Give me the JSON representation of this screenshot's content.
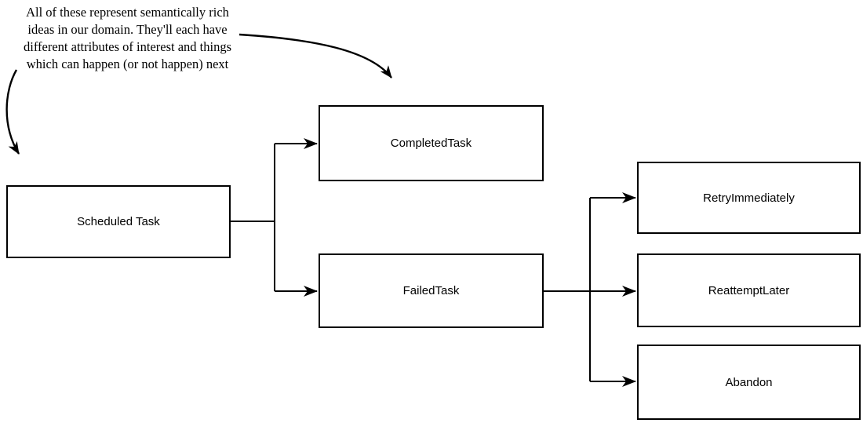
{
  "canvas": {
    "background_color": "#ffffff",
    "stroke_color": "#000000",
    "text_color": "#000000"
  },
  "annotation": {
    "lines": [
      "All of these represent semantically rich",
      "ideas in our domain. They'll each have",
      "different attributes of interest and things",
      "which can happen (or not happen) next"
    ]
  },
  "nodes": [
    {
      "id": "scheduled-task",
      "label": "Scheduled Task"
    },
    {
      "id": "completed-task",
      "label": "CompletedTask"
    },
    {
      "id": "failed-task",
      "label": "FailedTask"
    },
    {
      "id": "retry-immediately",
      "label": "RetryImmediately"
    },
    {
      "id": "reattempt-later",
      "label": "ReattemptLater"
    },
    {
      "id": "abandon",
      "label": "Abandon"
    }
  ],
  "edges": [
    {
      "from": "scheduled-task",
      "to": "completed-task"
    },
    {
      "from": "scheduled-task",
      "to": "failed-task"
    },
    {
      "from": "failed-task",
      "to": "retry-immediately"
    },
    {
      "from": "failed-task",
      "to": "reattempt-later"
    },
    {
      "from": "failed-task",
      "to": "abandon"
    },
    {
      "from": "annotation",
      "to": "scheduled-task"
    },
    {
      "from": "annotation",
      "to": "completed-task"
    }
  ]
}
